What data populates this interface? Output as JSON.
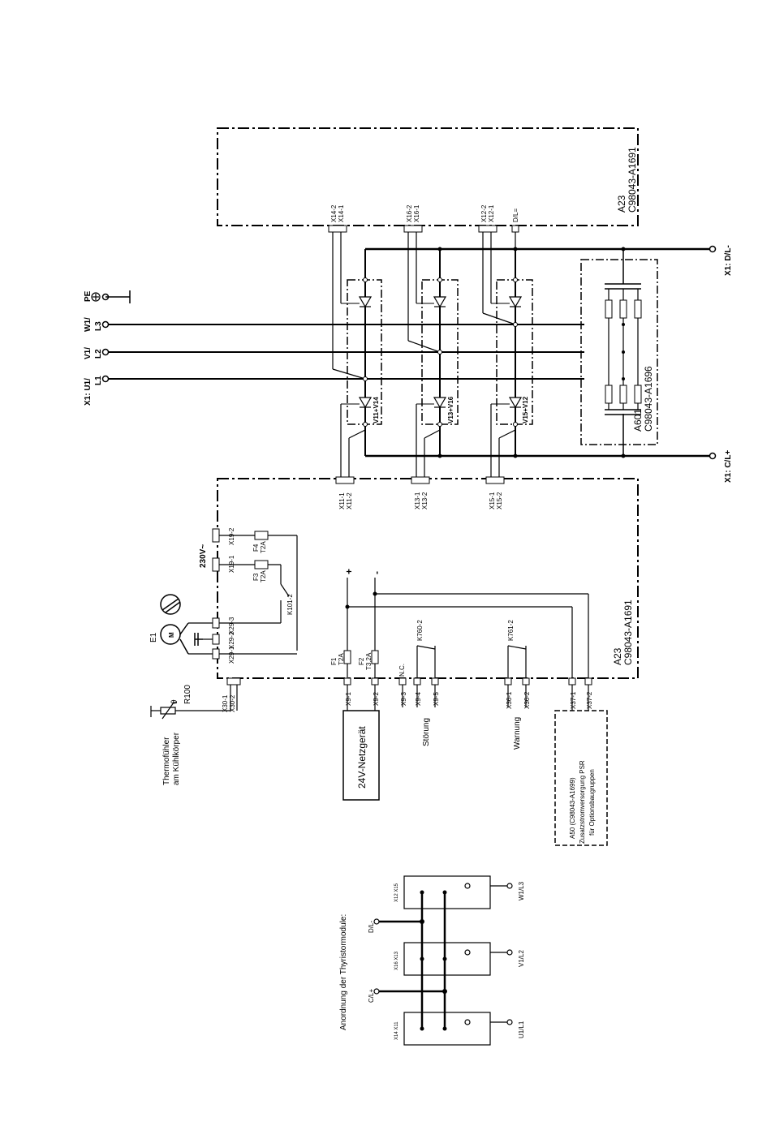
{
  "labels": {
    "x1_u1": "X1: U1/",
    "l1": "L1",
    "v1": "V1/",
    "l2": "L2",
    "w1": "W1/",
    "l3": "L3",
    "pe": "PE",
    "x1_dl": "X1: D/L-",
    "x1_cl": "X1: C/L+",
    "a23": "A23",
    "c98043_a1691": "C98043-A1691",
    "x14_2": "X14-2",
    "x14_1": "X14-1",
    "x16_2": "X16-2",
    "x16_1": "X16-1",
    "x12_2": "X12-2",
    "x12_1": "X12-1",
    "dl_eq": "D/L=",
    "x11_1": "X11-1",
    "x11_2": "X11-2",
    "x13_1": "X13-1",
    "x13_2": "X13-2",
    "x15_1": "X15-1",
    "x15_2": "X15-2",
    "v11_v14": "V11+V14",
    "v13_v16": "V13+V16",
    "v15_v12": "V15+V12",
    "a601": "A601",
    "c98043_a1696": "C98043-A1696",
    "v230": "230V~",
    "x19_2": "X19-2",
    "x19_1": "X19-1",
    "f4": "F4",
    "t2a": "T2A",
    "f3": "F3",
    "k101_2": "K101-2",
    "x29_3": "X29-3",
    "x29_2": "X29-2",
    "x29_1": "X29-1",
    "e1": "E1",
    "m": "M",
    "r100": "R100",
    "theta": "ϑ",
    "x30_1": "X30-1",
    "x30_2": "X30-2",
    "thermo_1": "Thermofühler",
    "thermo_2": "am Kühlkörper",
    "plus": "+",
    "minus": "-",
    "f1": "F1",
    "f2": "F2",
    "t32a": "T3,2A",
    "nc": "N.C.",
    "k760_2": "K760-2",
    "k761_2": "K761-2",
    "x9_1": "X9-1",
    "x9_2": "X9-2",
    "x9_3": "X9-3",
    "x9_4": "X9-4",
    "x9_5": "X9-5",
    "x36_1": "X36-1",
    "x36_2": "X36-2",
    "x37_1": "X37-1",
    "x37_2": "X37-2",
    "netzgeraet": "24V-Netzgerät",
    "stoerung": "Störung",
    "warnung": "Warnung",
    "a50_1": "A50 (C98043-A1699)",
    "a50_2": "Zusatzstromversorgung PSR",
    "a50_3": "für Optionsbaugruppen",
    "anordnung": "Anordnung der Thyristormodule:",
    "dl_minus": "D/L-",
    "cl_plus": "C/L+",
    "w1l3": "W1/L3",
    "v1l2": "V1/L2",
    "u1l1": "U1/L1"
  }
}
